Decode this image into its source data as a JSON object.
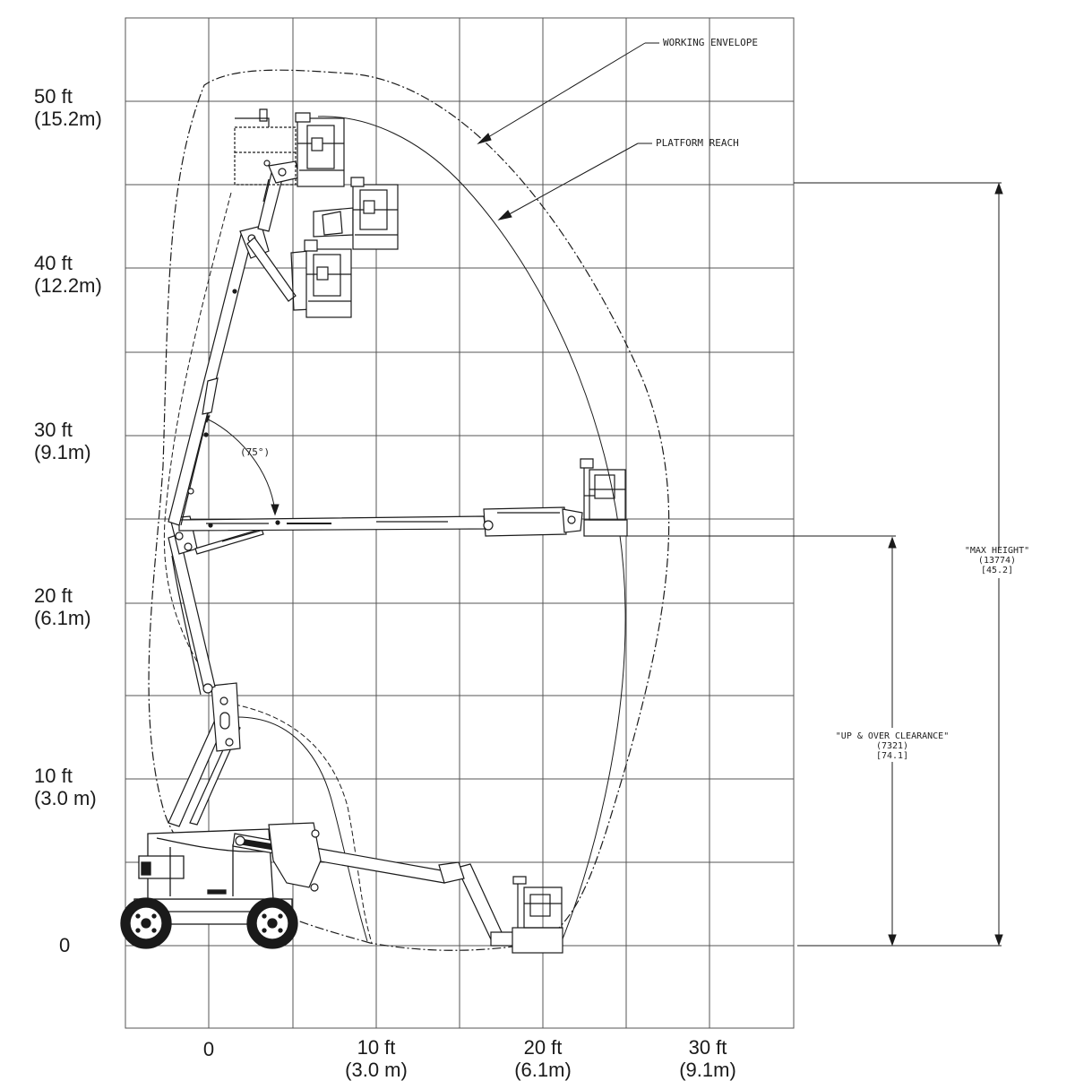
{
  "y_axis": {
    "labels": [
      {
        "ft": "50 ft",
        "m": "(15.2m)"
      },
      {
        "ft": "40 ft",
        "m": "(12.2m)"
      },
      {
        "ft": "30 ft",
        "m": "(9.1m)"
      },
      {
        "ft": "20 ft",
        "m": "(6.1m)"
      },
      {
        "ft": "10 ft",
        "m": "(3.0 m)"
      },
      {
        "ft": "0",
        "m": ""
      }
    ]
  },
  "x_axis": {
    "labels": [
      {
        "ft": "0",
        "m": ""
      },
      {
        "ft": "10 ft",
        "m": "(3.0 m)"
      },
      {
        "ft": "20 ft",
        "m": "(6.1m)"
      },
      {
        "ft": "30 ft",
        "m": "(9.1m)"
      }
    ]
  },
  "annotations": {
    "working_envelope": "WORKING ENVELOPE",
    "platform_reach": "PLATFORM REACH",
    "angle": "(75°)"
  },
  "dimensions": {
    "max_height": {
      "label": "\"MAX HEIGHT\"",
      "mm": "(13774)",
      "ft": "[45.2]"
    },
    "up_over_clearance": {
      "label": "\"UP & OVER CLEARANCE\"",
      "mm": "(7321)",
      "ft": "[74.1]"
    }
  },
  "colors": {
    "line": "#1a1a1a",
    "grid": "#555555"
  }
}
